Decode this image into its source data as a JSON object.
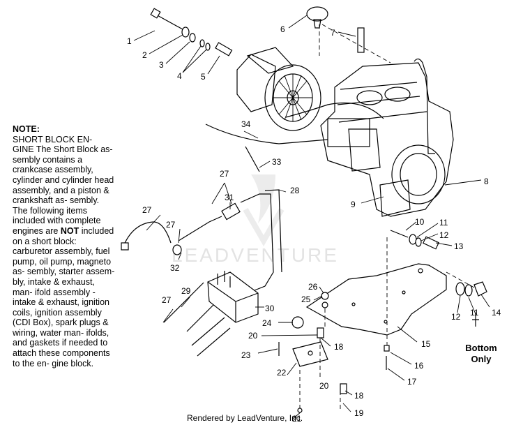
{
  "note": {
    "title": "NOTE:",
    "line_short_block": "SHORT BLOCK EN- GINE",
    "body_pre": "The Short Block as- sembly contains a crankcase assembly, cylinder and cylinder head assembly, and a piston & crankshaft as- sembly.  The following items included with complete engines are",
    "body_bold": "NOT",
    "body_post": "included on a short block:  carburetor assembly, fuel pump, oil pump, magneto as- sembly, starter assem- bly, intake & exhaust, man- ifold assembly - intake & exhaust, ignition coils, ignition assembly (CDI Box), spark plugs & wiring, water man- ifolds, and gaskets if needed to attach these components to the en- gine block."
  },
  "bottom_only": "Bottom Only",
  "watermark": "LEADVENTURE",
  "footer": "Rendered by LeadVenture, Inc.",
  "callouts": [
    "1",
    "2",
    "3",
    "4",
    "5",
    "6",
    "7",
    "8",
    "9",
    "10",
    "11",
    "12",
    "13",
    "14",
    "15",
    "16",
    "17",
    "18",
    "19",
    "20",
    "21",
    "22",
    "23",
    "24",
    "25",
    "26",
    "27",
    "28",
    "29",
    "30",
    "31",
    "32",
    "33",
    "34"
  ]
}
